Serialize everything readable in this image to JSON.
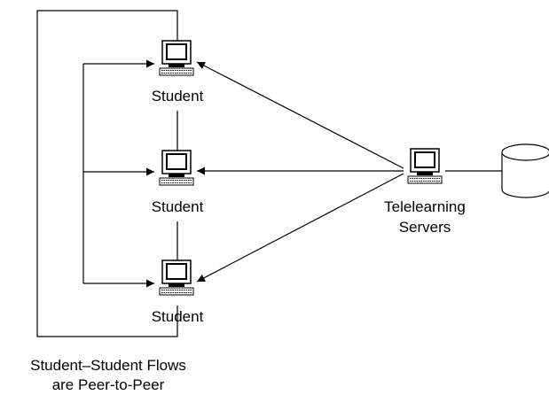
{
  "nodes": {
    "student_top": {
      "label": "Student",
      "icon": "computer-icon"
    },
    "student_middle": {
      "label": "Student",
      "icon": "computer-icon"
    },
    "student_bottom": {
      "label": "Student",
      "icon": "computer-icon"
    },
    "server": {
      "label_line1": "Telelearning",
      "label_line2": "Servers",
      "icon": "computer-icon"
    },
    "database": {
      "icon": "database-cylinder-icon"
    }
  },
  "caption": {
    "line1": "Student–Student Flows",
    "line2": "are Peer-to-Peer"
  },
  "colors": {
    "stroke": "#000000",
    "background": "#ffffff"
  }
}
